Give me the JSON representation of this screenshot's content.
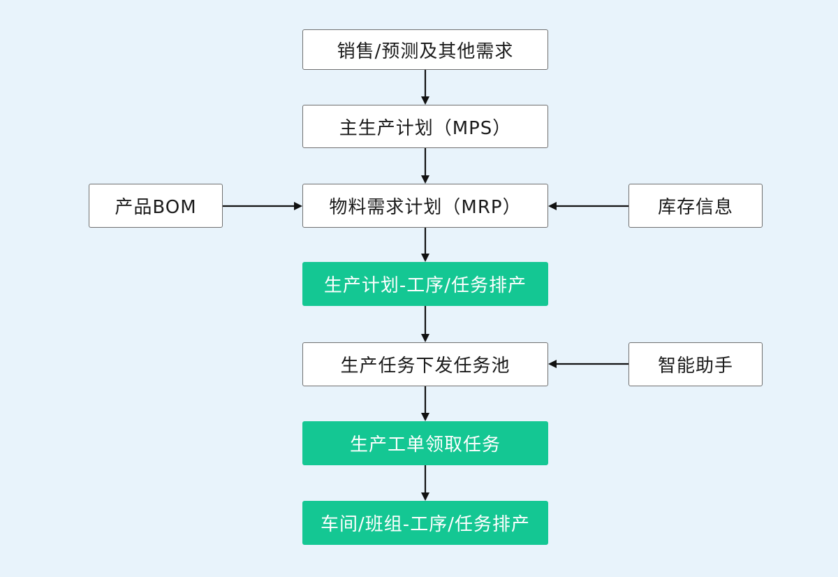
{
  "diagram": {
    "nodes": {
      "sales_demand": "销售/预测及其他需求",
      "mps": "主生产计划（MPS）",
      "mrp": "物料需求计划（MRP）",
      "product_bom": "产品BOM",
      "inventory_info": "库存信息",
      "production_plan": "生产计划-工序/任务排产",
      "task_pool": "生产任务下发任务池",
      "smart_assistant": "智能助手",
      "work_order_claim": "生产工单领取任务",
      "workshop_schedule": "车间/班组-工序/任务排产"
    },
    "edges": [
      {
        "from": "sales_demand",
        "to": "mps"
      },
      {
        "from": "mps",
        "to": "mrp"
      },
      {
        "from": "product_bom",
        "to": "mrp"
      },
      {
        "from": "inventory_info",
        "to": "mrp"
      },
      {
        "from": "mrp",
        "to": "production_plan"
      },
      {
        "from": "production_plan",
        "to": "task_pool"
      },
      {
        "from": "smart_assistant",
        "to": "task_pool"
      },
      {
        "from": "task_pool",
        "to": "work_order_claim"
      },
      {
        "from": "work_order_claim",
        "to": "workshop_schedule"
      }
    ],
    "colors": {
      "background": "#e8f3fb",
      "highlight_box": "#14c793",
      "normal_box": "#ffffff",
      "arrow": "#111111"
    }
  }
}
